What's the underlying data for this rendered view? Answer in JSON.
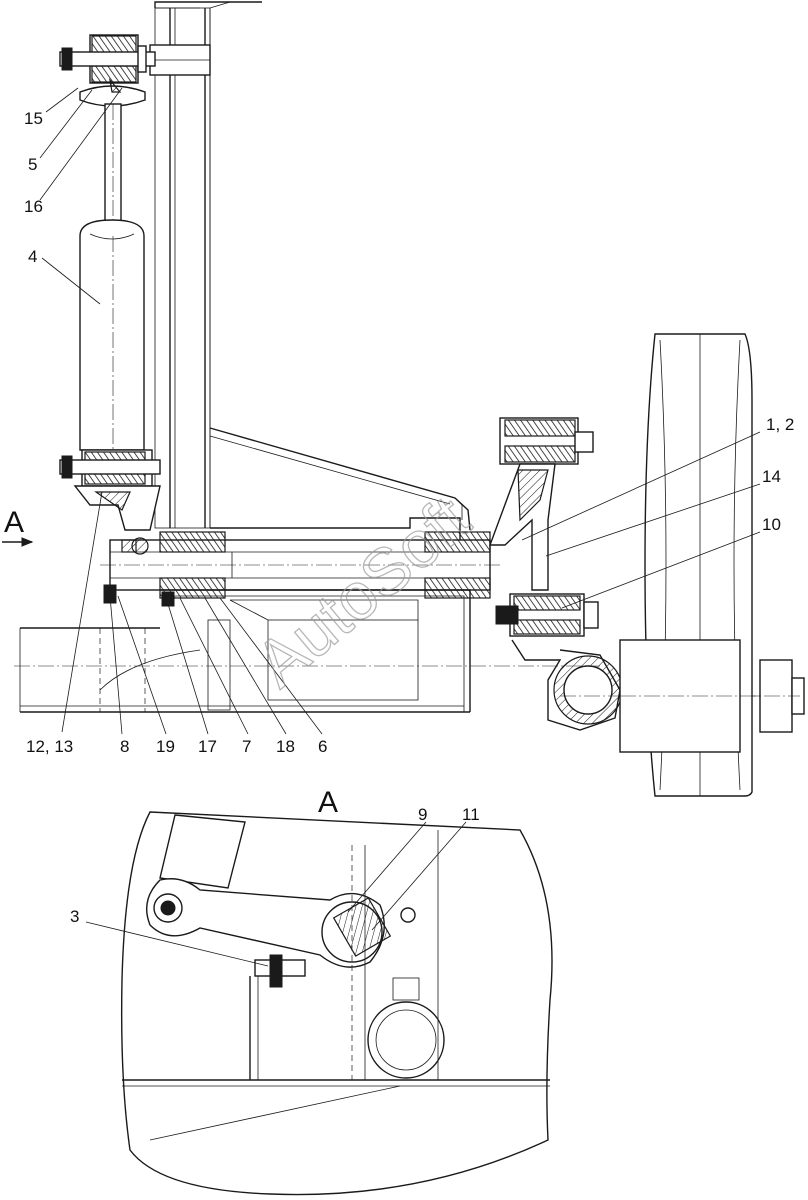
{
  "view_marker": "A",
  "section_title": "A",
  "watermark": "AutoSoft",
  "labels": {
    "l15": "15",
    "l5": "5",
    "l16": "16",
    "l4": "4",
    "l12_13": "12, 13",
    "l8": "8",
    "l19": "19",
    "l17": "17",
    "l7": "7",
    "l18": "18",
    "l6": "6",
    "l1_2": "1, 2",
    "l14": "14",
    "l10": "10",
    "l9": "9",
    "l11": "11",
    "l3": "3"
  }
}
